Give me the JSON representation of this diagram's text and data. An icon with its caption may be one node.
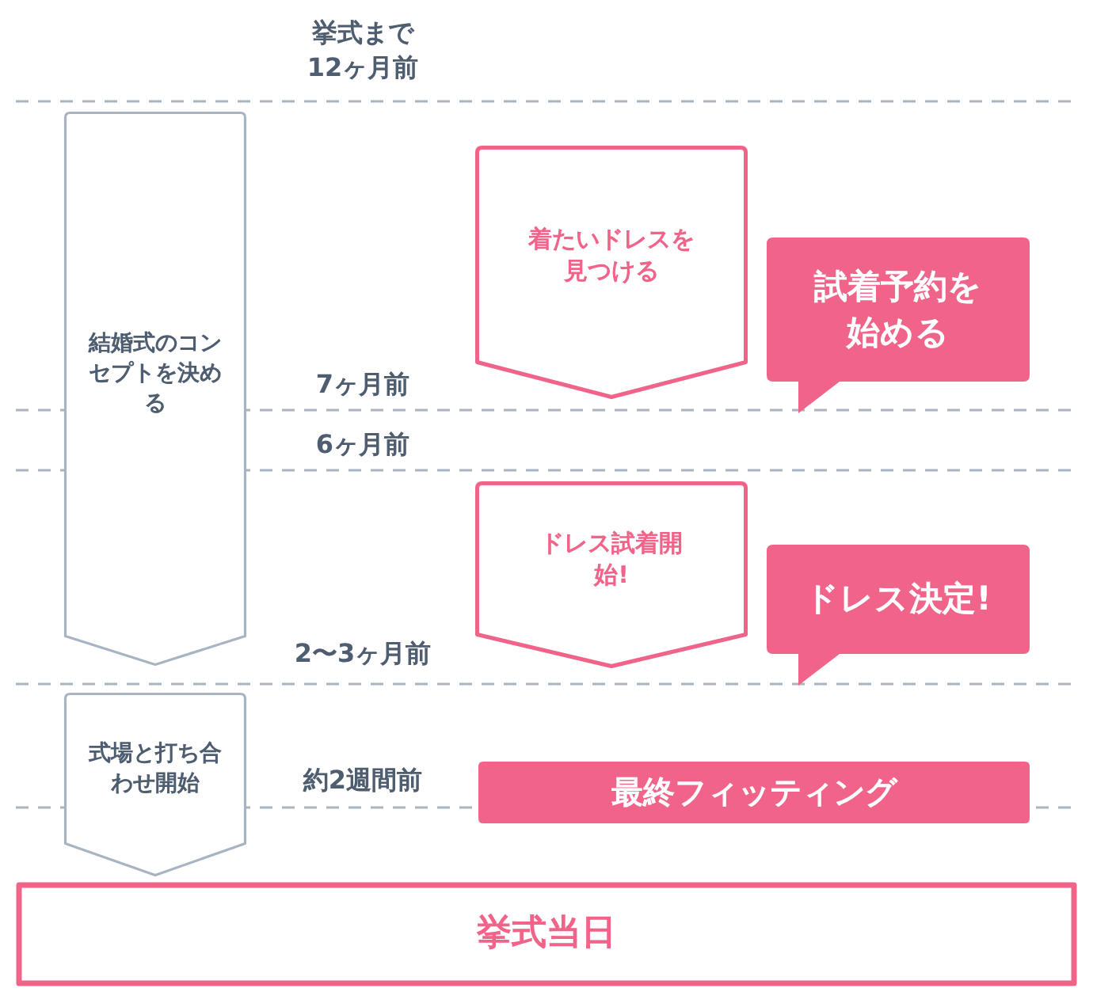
{
  "diagram": {
    "nodes": [
      {
        "text": [
          "結婚式のコンセプトを決める"
        ]
      },
      {
        "text": [
          "着たいドレスを見つける"
        ]
      },
      {
        "text": [
          "試着予約を始める"
        ]
      },
      {
        "text": [
          "ドレス試着開始!"
        ]
      },
      {
        "text": [
          "ドレス決定!"
        ]
      },
      {
        "text": [
          "式場と打ち合わせ開始"
        ]
      },
      {
        "text": [
          "最終フィッティング"
        ]
      },
      {
        "text": [
          "挙式当日"
        ]
      }
    ],
    "labels": [
      "挙式まで12ヶ月前",
      "7ヶ月前",
      "6ヶ月前",
      "2〜3ヶ月前",
      "約2週間前"
    ]
  }
}
